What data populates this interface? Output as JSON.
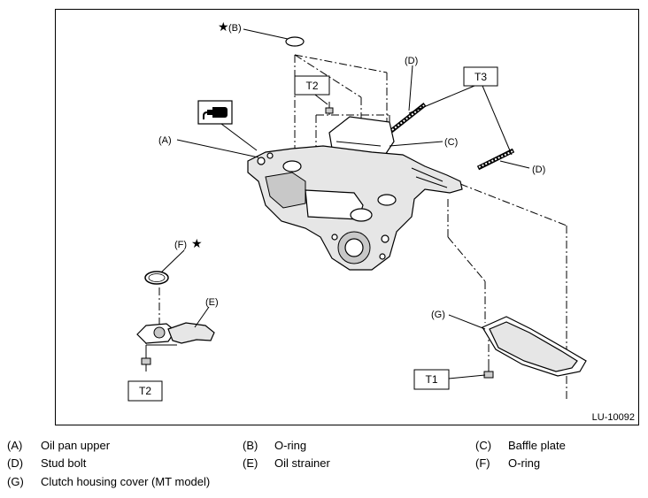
{
  "figure": {
    "id_label": "LU-10092",
    "callouts": {
      "A": "(A)",
      "B": "(B)",
      "C": "(C)",
      "D1": "(D)",
      "D2": "(D)",
      "E": "(E)",
      "F": "(F)",
      "G": "(G)"
    },
    "torque_boxes": {
      "t2_top": "T2",
      "t3": "T3",
      "t2_bottom": "T2",
      "t1": "T1"
    },
    "star_symbol": "★"
  },
  "legend": [
    [
      {
        "key": "(A)",
        "text": "Oil pan upper"
      },
      {
        "key": "(B)",
        "text": "O-ring"
      },
      {
        "key": "(C)",
        "text": "Baffle plate"
      }
    ],
    [
      {
        "key": "(D)",
        "text": "Stud bolt"
      },
      {
        "key": "(E)",
        "text": "Oil strainer"
      },
      {
        "key": "(F)",
        "text": "O-ring"
      }
    ],
    [
      {
        "key": "(G)",
        "text": "Clutch housing cover (MT model)"
      }
    ]
  ]
}
